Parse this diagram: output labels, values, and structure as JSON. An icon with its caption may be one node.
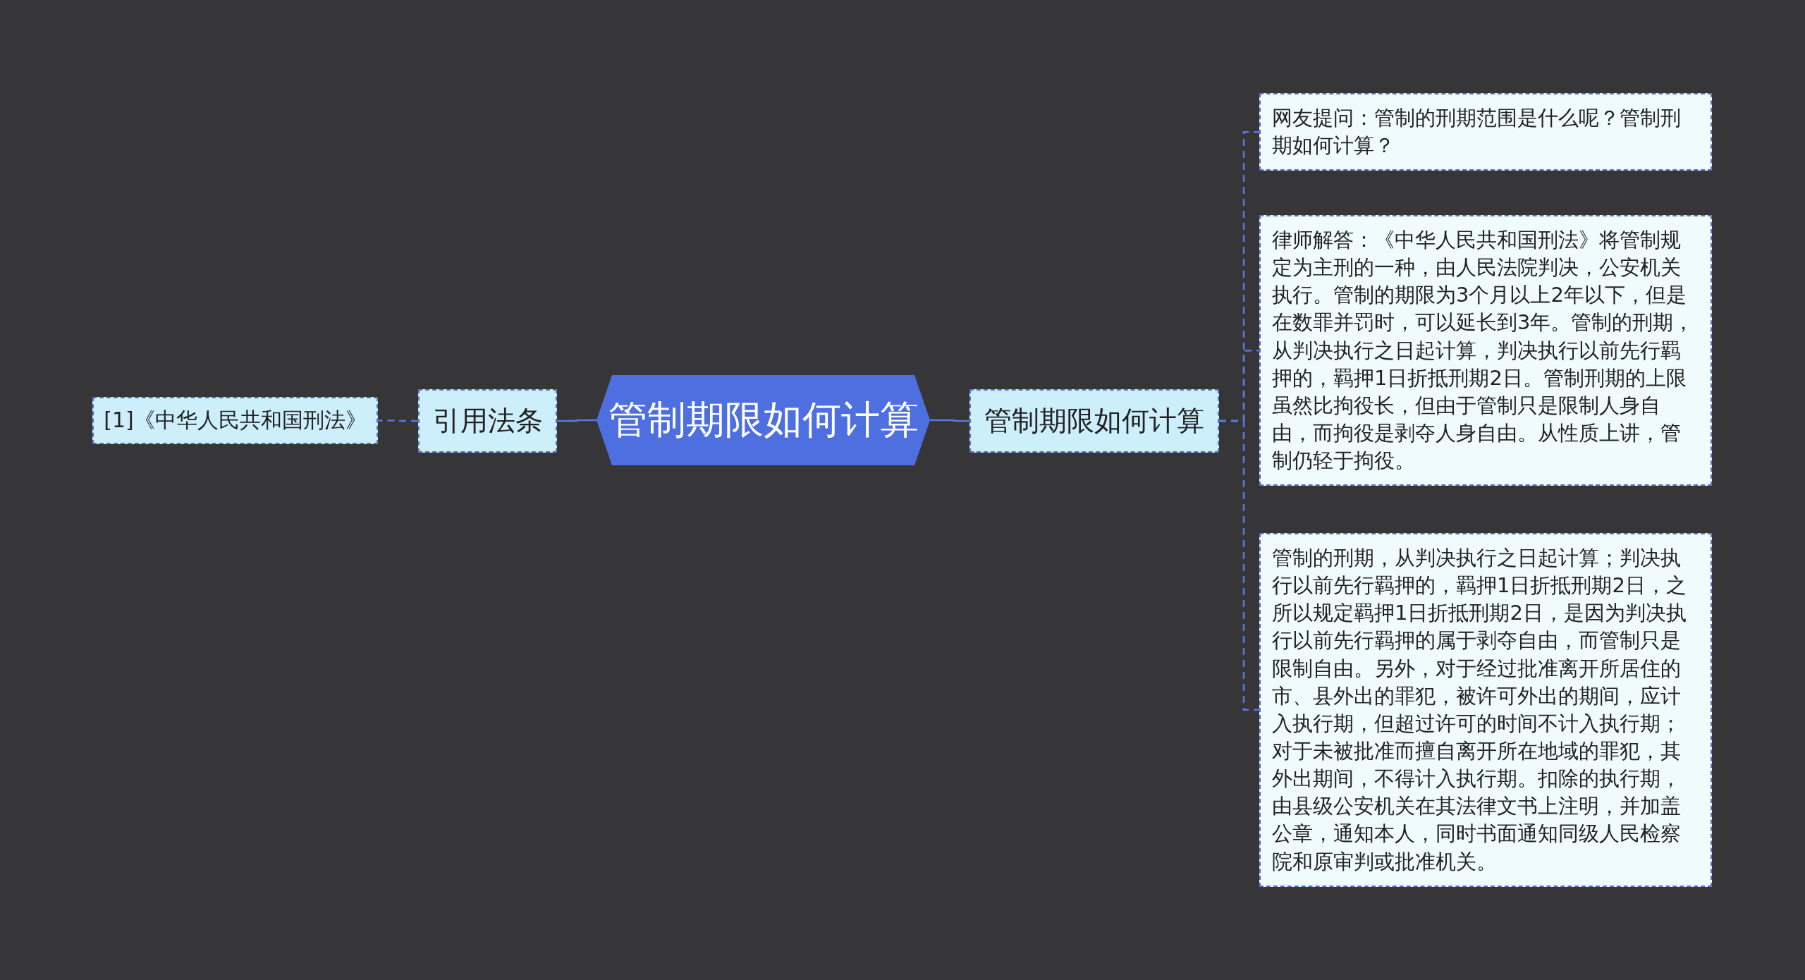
{
  "diagram": {
    "nodes": [
      {
        "text": [
          "[1]《中华人民共和国刑法》"
        ]
      },
      {
        "text": [
          "引用法条"
        ]
      },
      {
        "text": [
          "管制期限如何计算"
        ]
      },
      {
        "text": [
          "管制期限如何计算"
        ]
      },
      {
        "text": [
          "网友提问：管制的刑期范围是什么呢？管制刑期如何计算？"
        ]
      },
      {
        "text": [
          "律师解答：《中华人民共和国刑法》将管制规定为主刑的一种，由人民法院判决，公安机关执行。管制的期限为3个月以上2年以下，但是在数罪并罚时，可以延长到3年。管制的刑期，从判决执行之日起计算，判决执行以前先行羁押的，羁押1日折抵刑期2日。管制刑期的上限虽然比拘役长，但由于管制只是限制人身自由，而拘役是剥夺人身自由。从性质上讲，管制仍轻于拘役。"
        ]
      },
      {
        "text": [
          "管制的刑期，从判决执行之日起计算；判决执行以前先行羁押的，羁押1日折抵刑期2日，之所以规定羁押1日折抵刑期2日，是因为判决执行以前先行羁押的属于剥夺自由，而管制只是限制自由。另外，对于经过批准离开所居住的市、县外出的罪犯，被许可外出的期间，应计入执行期，但超过许可的时间不计入执行期；对于未被批准而擅自离开所在地域的罪犯，其外出期间，不得计入执行期。扣除的执行期，由县级公安机关在其法律文书上注明，并加盖公章，通知本人，同时书面通知同级人民检察院和原审判或批准机关。"
        ]
      }
    ],
    "edges": [
      {
        "from": 2,
        "to": 1,
        "arrow": "none"
      },
      {
        "from": 1,
        "to": 0,
        "arrow": "none",
        "style": "dashed"
      },
      {
        "from": 2,
        "to": 3,
        "arrow": "none"
      },
      {
        "from": 3,
        "to": 4,
        "arrow": "none",
        "style": "dashed"
      },
      {
        "from": 3,
        "to": 5,
        "arrow": "none",
        "style": "dashed"
      },
      {
        "from": 3,
        "to": 6,
        "arrow": "none",
        "style": "dashed"
      }
    ]
  }
}
